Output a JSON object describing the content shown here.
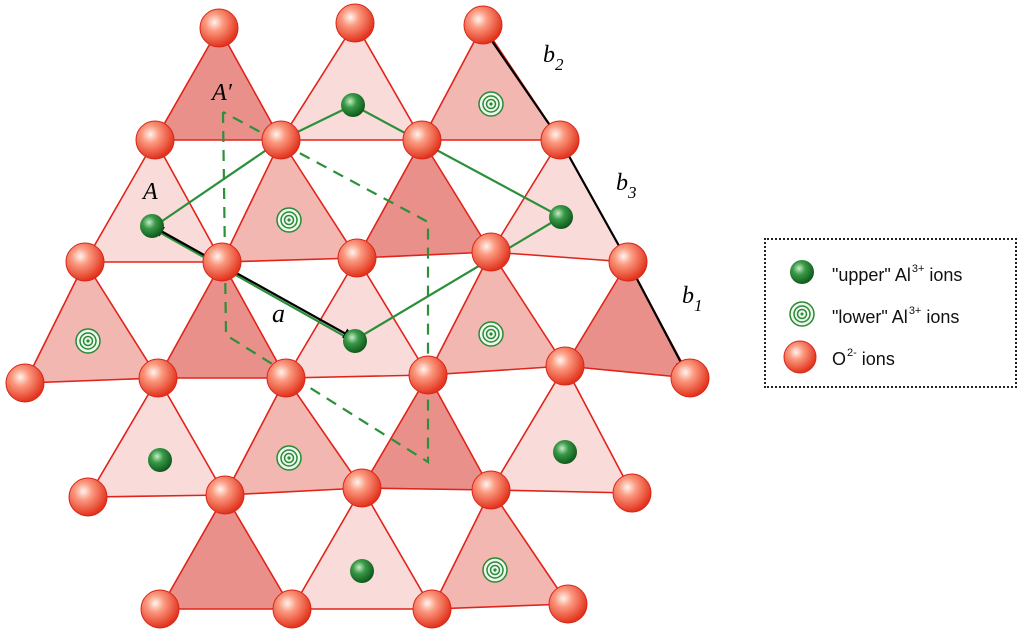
{
  "labels": {
    "A": "A",
    "A_prime": "A′",
    "a": "a",
    "b1": "b",
    "b1_sub": "1",
    "b2": "b",
    "b2_sub": "2",
    "b3": "b",
    "b3_sub": "3"
  },
  "legend": {
    "upper": {
      "text": "\"upper\" Al",
      "sup": "3+",
      "tail": " ions"
    },
    "lower": {
      "text": "\"lower\" Al",
      "sup": "3+",
      "tail": " ions"
    },
    "oxygen": {
      "text": "O",
      "sup": "2-",
      "tail": " ions"
    }
  },
  "colors": {
    "triangle_dark": "#e9908a",
    "triangle_medium": "#f2b7b0",
    "triangle_light": "#f9dcda",
    "triangle_edge": "#e2231a",
    "oxygen": "#f25a3c",
    "upper_al": "#1e7a2e",
    "lower_al": "#2a8a36",
    "cell": "#2c8f3a"
  }
}
